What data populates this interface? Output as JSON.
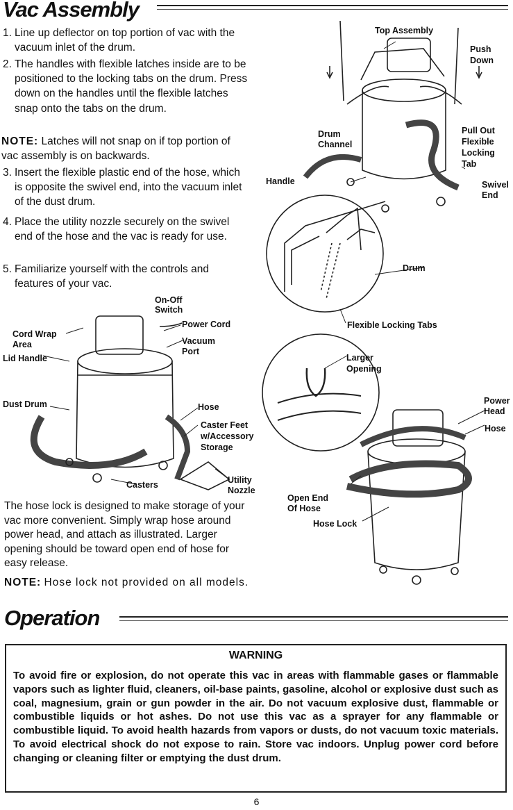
{
  "sections": {
    "assembly_title": "Vac Assembly",
    "operation_title": "Operation"
  },
  "steps": [
    {
      "num": "1.",
      "text": "Line up deflector on top portion of vac with the vacuum inlet of the drum."
    },
    {
      "num": "2.",
      "text": "The handles with flexible latches inside are to be positioned to the locking tabs on the drum. Press down on the handles until the flexible latches snap onto the tabs on the drum."
    },
    {
      "num": "3.",
      "text": "Insert the flexible plastic end of the hose, which is opposite the swivel end, into the vacuum inlet of the dust drum."
    },
    {
      "num": "4.",
      "text": "Place the utility nozzle securely on the swivel end of the hose and the vac is ready for use."
    },
    {
      "num": "5.",
      "text": "Familiarize yourself with the controls and features of your vac."
    }
  ],
  "note1": {
    "label": "NOTE:",
    "text": "Latches will not snap on if top portion of vac assembly is on backwards."
  },
  "fig_top_labels": {
    "top_assembly": "Top Assembly",
    "push": "Push",
    "down": "Down",
    "drum": "Drum",
    "channel": "Channel",
    "pull_out": "Pull Out",
    "flexible": "Flexible",
    "locking": "Locking",
    "tab": "Tab",
    "handle": "Handle",
    "swivel": "Swivel",
    "end": "End",
    "drum_detail": "Drum",
    "flexible_locking_tabs": "Flexible Locking Tabs"
  },
  "fig_left_labels": {
    "on_off": "On-Off",
    "switch": "Switch",
    "power_cord": "Power Cord",
    "cord_wrap": "Cord Wrap",
    "area": "Area",
    "vacuum": "Vacuum",
    "port": "Port",
    "lid_handle": "Lid Handle",
    "dust_drum": "Dust Drum",
    "hose": "Hose",
    "caster_feet": "Caster Feet",
    "w_accessory": "w/Accessory",
    "storage": "Storage",
    "casters": "Casters",
    "utility": "Utility",
    "nozzle": "Nozzle"
  },
  "fig_right_labels": {
    "larger": "Larger",
    "opening": "Opening",
    "power": "Power",
    "head": "Head",
    "hose": "Hose",
    "open_end": "Open End",
    "of_hose": "Of Hose",
    "hose_lock": "Hose Lock"
  },
  "hose_lock_para": "The hose lock is designed to make storage of your vac more convenient. Simply wrap hose around power head, and attach as illustrated. Larger opening should be toward open end of hose for easy release.",
  "note2": {
    "label": "NOTE:",
    "text": "Hose lock not provided on all models."
  },
  "warning": {
    "title": "WARNING",
    "body": "To avoid fire or explosion, do not operate this vac in areas with flammable gases or flammable vapors such as lighter fluid, cleaners, oil-base paints, gasoline, alcohol or explosive dust such as coal, magnesium, grain or gun powder in the air. Do not vacuum explosive dust, flammable or combustible liquids or hot ashes. Do not use this vac as a sprayer for any flammable or combustible liquid. To avoid health hazards from vapors or dusts, do not vacuum toxic materials. To avoid electrical shock do not expose to rain. Store vac indoors. Unplug power cord before changing or cleaning filter or emptying the dust drum."
  },
  "page_number": "6"
}
